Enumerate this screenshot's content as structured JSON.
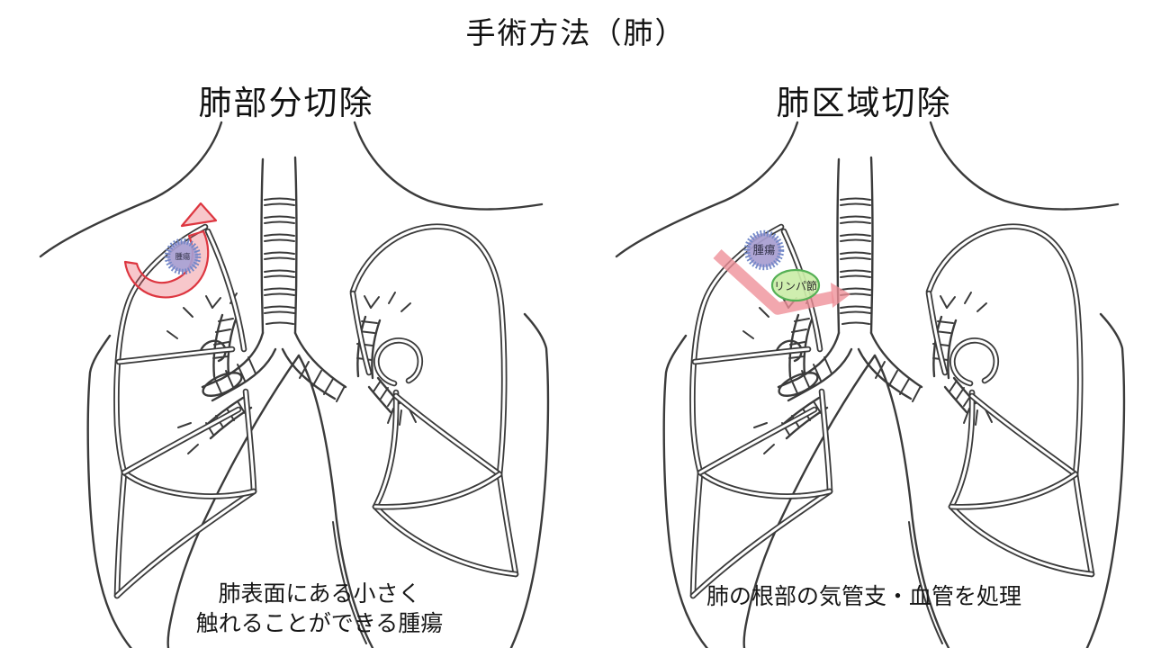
{
  "title": "手術方法（肺）",
  "colors": {
    "line": "#3b3b3b",
    "resection_red": "#dd3640",
    "resection_fill": "#e85560",
    "segment_band": "#ee8e97",
    "tumor_spike": "#6d84c6",
    "tumor_fill": "#a79dd0",
    "tumor_text": "#2f2f45",
    "lymph_fill": "#cbeda8",
    "lymph_stroke": "#55b055",
    "lymph_text": "#2d2d2d"
  },
  "panels": {
    "left": {
      "heading": "肺部分切除",
      "tumor_label": "腫瘍",
      "caption_line1": "肺表面にある小さく",
      "caption_line2": "触れることができる腫瘍"
    },
    "right": {
      "heading": "肺区域切除",
      "tumor_label": "腫瘍",
      "lymph_label": "リンパ節",
      "caption": "肺の根部の気管支・血管を処理"
    }
  }
}
